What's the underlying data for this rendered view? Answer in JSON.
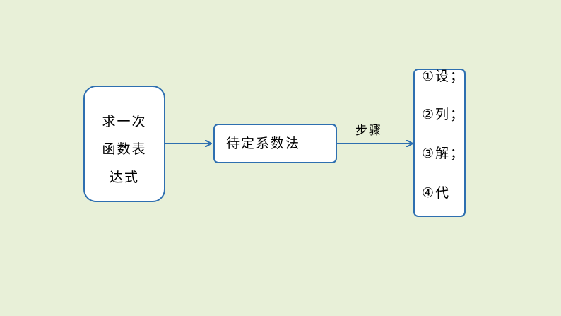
{
  "background_color": "#e8f0d8",
  "accent_color": "#2e6fb0",
  "left_box": {
    "line1": "求一次",
    "line2": "函数表",
    "line3": "达式"
  },
  "middle_box": {
    "label": "待定系数法"
  },
  "arrow_label": "步骤",
  "steps": [
    "①设；",
    "②列；",
    "③解；",
    "④代"
  ]
}
